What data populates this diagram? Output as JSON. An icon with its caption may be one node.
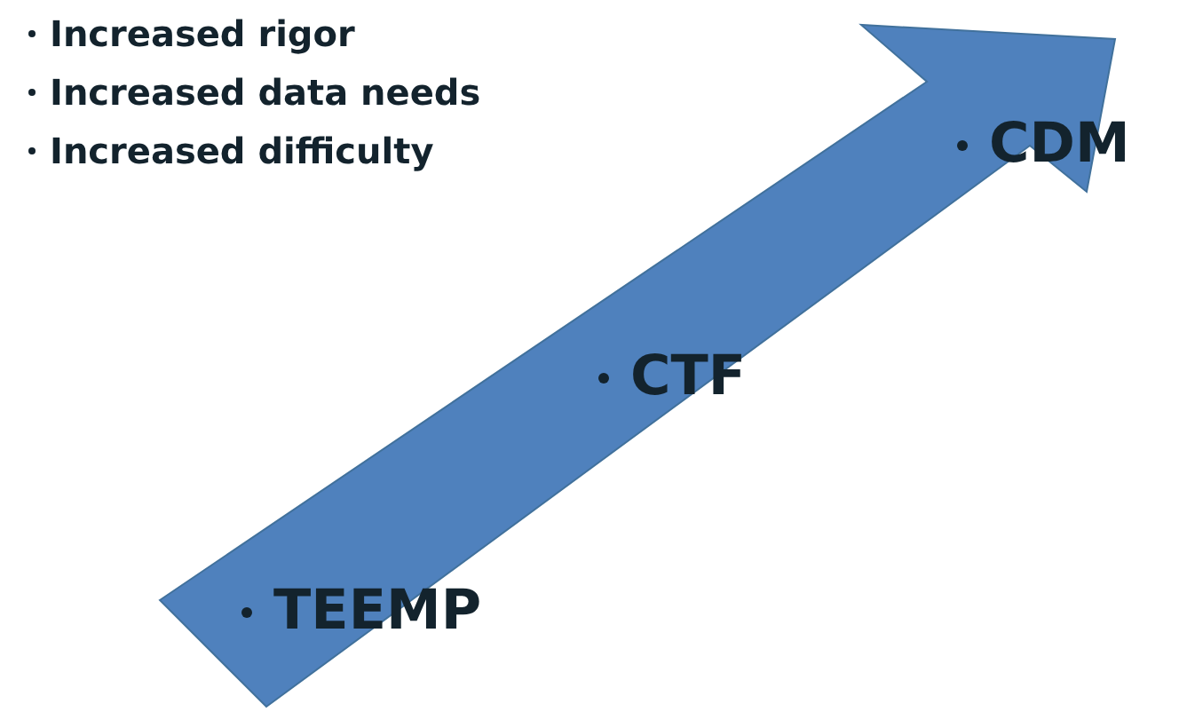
{
  "diagram": {
    "labels": [
      "Increased rigor",
      "Increased data needs",
      "Increased difficulty",
      "CDM",
      "CTF",
      "TEEMP"
    ]
  }
}
